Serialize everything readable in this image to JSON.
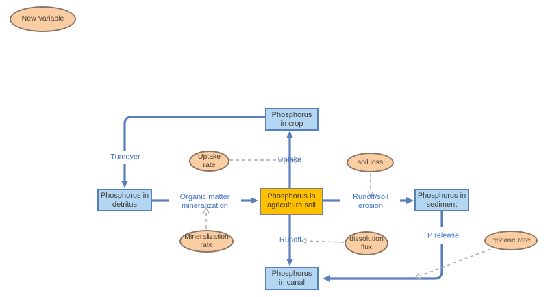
{
  "palette": {
    "new_variable": "New Variable"
  },
  "stocks": {
    "crop": "Phosphorus in crop",
    "detritus": "Phosphorus in detritus",
    "agriculture_soil": "Phosphorus in agriculture soil",
    "sediment": "Phosphorus in sediment",
    "canal": "Phosphorus in canal"
  },
  "auxiliaries": {
    "uptake_rate": "Uptake rate",
    "soil_loss": "soil loss",
    "mineralization_rate": "Mineralization rate",
    "dissolution_flux": "dissolution flux",
    "release_rate": "release rate"
  },
  "flows": {
    "turnover": "Turnover",
    "uptake": "Uptake",
    "organic_matter_mineralization": "Organic matter mineralization",
    "runoff_soil_erosion": "Runoff/soil erosion",
    "runoff": "Runoff",
    "p_release": "P release"
  },
  "colors": {
    "stock_fill": "#B3D7F2",
    "stock_border": "#567FBE",
    "stock_text": "#3E3E3E",
    "highlight_fill": "#FFC000",
    "highlight_border": "#7F7F7F",
    "highlight_text": "#3F3A28",
    "aux_fill": "#FACDA2",
    "aux_border": "#8A7668",
    "aux_text": "#493E30",
    "flow_color": "#5B7EBD",
    "label_color": "#4678C8",
    "dashed_color": "#A9A9A9",
    "canvas_bg": "#FFFFFF"
  }
}
